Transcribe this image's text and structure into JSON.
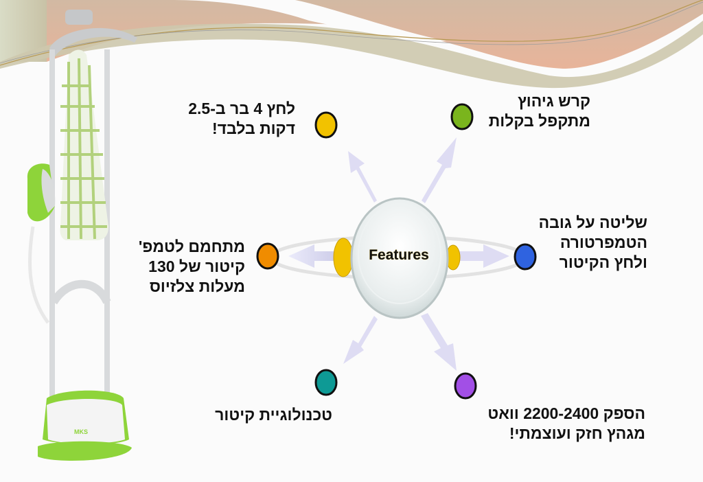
{
  "slide": {
    "center_node": {
      "label": "Features"
    },
    "features": [
      {
        "id": "pressure",
        "lines": [
          "לחץ 4 בר ב-2.5",
          "דקות בלבד!"
        ],
        "bullet_color": "#f2c200"
      },
      {
        "id": "board",
        "lines": [
          "קרש גיהוץ",
          "מתקפל בקלות"
        ],
        "bullet_color": "#7ab51d"
      },
      {
        "id": "control",
        "lines": [
          "שליטה על גובה",
          "הטמפרטורה",
          "ולחץ הקיטור"
        ],
        "bullet_color": "#2f63e0"
      },
      {
        "id": "heating",
        "lines": [
          "מתחמם לטמפ'",
          "קיטור של 130",
          "מעלות צלזיוס"
        ],
        "bullet_color": "#f08c00"
      },
      {
        "id": "technology",
        "lines": [
          "טכנולוגיית קיטור"
        ],
        "bullet_color": "#0e9a95"
      },
      {
        "id": "power",
        "lines": [
          "הספק 2200-2400 וואט",
          "מגהץ חזק ועוצמתי!"
        ],
        "bullet_color": "#a24fe6"
      }
    ],
    "product_image": {
      "brand": "MKS",
      "alt": "garment-steamer-with-ironing-board"
    },
    "colors": {
      "arrow": "#dcdcf4",
      "wave_peach": "#e3b59c",
      "wave_sage": "#cfc9b0",
      "accent_green": "#8ed43a"
    }
  }
}
